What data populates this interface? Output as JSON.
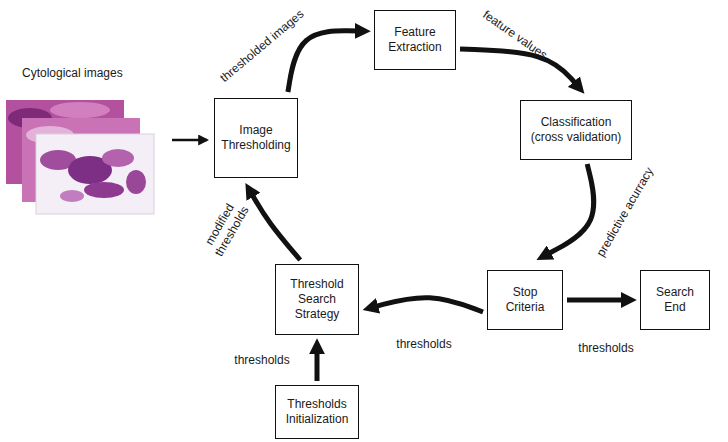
{
  "diagram": {
    "nodes": [
      {
        "text": [
          "Image Thresholding"
        ]
      },
      {
        "text": [
          "Feature Extraction"
        ]
      },
      {
        "text": [
          "Classification (cross validation)"
        ]
      },
      {
        "text": [
          "Stop Criteria"
        ]
      },
      {
        "text": [
          "Search End"
        ]
      },
      {
        "text": [
          "Threshold Search Strategy"
        ]
      },
      {
        "text": [
          "Thresholds Initialization"
        ]
      }
    ],
    "edges": [
      {
        "from": 0,
        "to": 1,
        "label": "thresholded images",
        "arrow": "to"
      },
      {
        "from": 1,
        "to": 2,
        "label": "feature values",
        "arrow": "to"
      },
      {
        "from": 2,
        "to": 3,
        "label": "predictive acurracy",
        "arrow": "to"
      },
      {
        "from": 3,
        "to": 4,
        "label": "thresholds",
        "arrow": "to"
      },
      {
        "from": 3,
        "to": 5,
        "label": "thresholds",
        "arrow": "to"
      },
      {
        "from": 6,
        "to": 5,
        "label": "thresholds",
        "arrow": "to"
      },
      {
        "from": 5,
        "to": 0,
        "label": "modified thresholds",
        "arrow": "to"
      }
    ],
    "labels": [
      "Cytological images"
    ]
  }
}
